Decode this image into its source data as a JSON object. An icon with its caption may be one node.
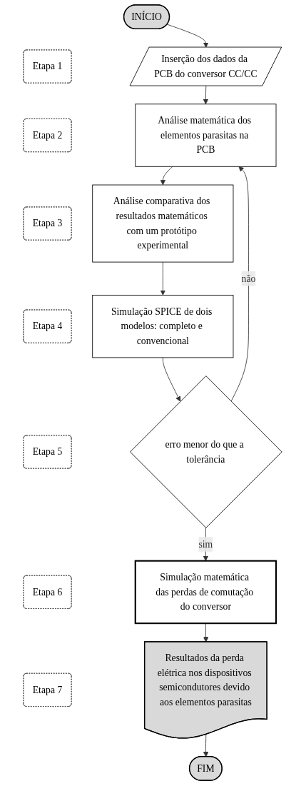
{
  "diagram": {
    "nodes": [
      {
        "text": [
          "INÍCIO"
        ]
      },
      {
        "text": [
          "Etapa 1"
        ]
      },
      {
        "text": [
          "Inserção dos dados da PCB do conversor CC/CC"
        ]
      },
      {
        "text": [
          "Etapa 2"
        ]
      },
      {
        "text": [
          "Análise matemática dos elementos parasitas na PCB"
        ]
      },
      {
        "text": [
          "Etapa 3"
        ]
      },
      {
        "text": [
          "Análise comparativa dos resultados matemáticos com um protótipo experimental"
        ]
      },
      {
        "text": [
          "Etapa 4"
        ]
      },
      {
        "text": [
          "Simulação SPICE de dois modelos: completo e convencional"
        ]
      },
      {
        "text": [
          "Etapa 5"
        ]
      },
      {
        "text": [
          "erro menor do que a tolerância"
        ]
      },
      {
        "text": [
          "Etapa 6"
        ]
      },
      {
        "text": [
          "Simulação matemática das perdas de comutação do conversor"
        ]
      },
      {
        "text": [
          "Etapa 7"
        ]
      },
      {
        "text": [
          "Resultados da perda elétrica nos dispositivos semicondutores devido aos elementos parasitas"
        ]
      },
      {
        "text": [
          "FIM"
        ]
      }
    ],
    "edges": [
      {
        "from": 0,
        "to": 2,
        "arrow": "to"
      },
      {
        "from": 2,
        "to": 4,
        "arrow": "to"
      },
      {
        "from": 4,
        "to": 6,
        "arrow": "to"
      },
      {
        "from": 6,
        "to": 8,
        "arrow": "to"
      },
      {
        "from": 8,
        "to": 10,
        "arrow": "to"
      },
      {
        "from": 10,
        "to": 12,
        "arrow": "to",
        "label": "sim"
      },
      {
        "from": 10,
        "to": 4,
        "arrow": "to",
        "label": "não"
      },
      {
        "from": 12,
        "to": 14,
        "arrow": "to"
      },
      {
        "from": 14,
        "to": 15,
        "arrow": "to"
      }
    ]
  }
}
